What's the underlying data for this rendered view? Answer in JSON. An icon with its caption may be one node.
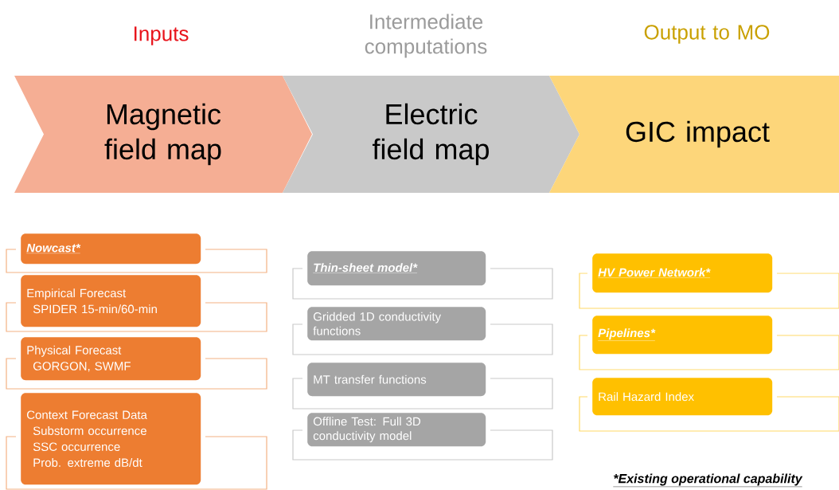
{
  "diagram": {
    "nodes": [
      {
        "text": [
          "Magnetic field map"
        ]
      },
      {
        "text": [
          "Electric field map"
        ]
      },
      {
        "text": [
          "GIC impact"
        ]
      },
      {
        "text": [
          "Nowcast*"
        ]
      },
      {
        "text": [
          "Empirical Forecast",
          "SPIDER 15-min/60-min"
        ]
      },
      {
        "text": [
          "Physical Forecast",
          "GORGON, SWMF"
        ]
      },
      {
        "text": [
          "Context Forecast Data",
          "Substorm occurrence",
          "SSC occurrence",
          "Prob. extreme dB/dt"
        ]
      },
      {
        "text": [
          "Thin-sheet model*"
        ]
      },
      {
        "text": [
          "Gridded 1D conductivity functions"
        ]
      },
      {
        "text": [
          "MT transfer functions"
        ]
      },
      {
        "text": [
          "Offline Test: Full 3D conductivity model"
        ]
      },
      {
        "text": [
          "HV Power Network*"
        ]
      },
      {
        "text": [
          "Pipelines*"
        ]
      },
      {
        "text": [
          "Rail Hazard Index"
        ]
      }
    ],
    "labels": [
      "Inputs",
      "Intermediate computations",
      "Output to MO",
      "*Existing operational capability"
    ]
  }
}
